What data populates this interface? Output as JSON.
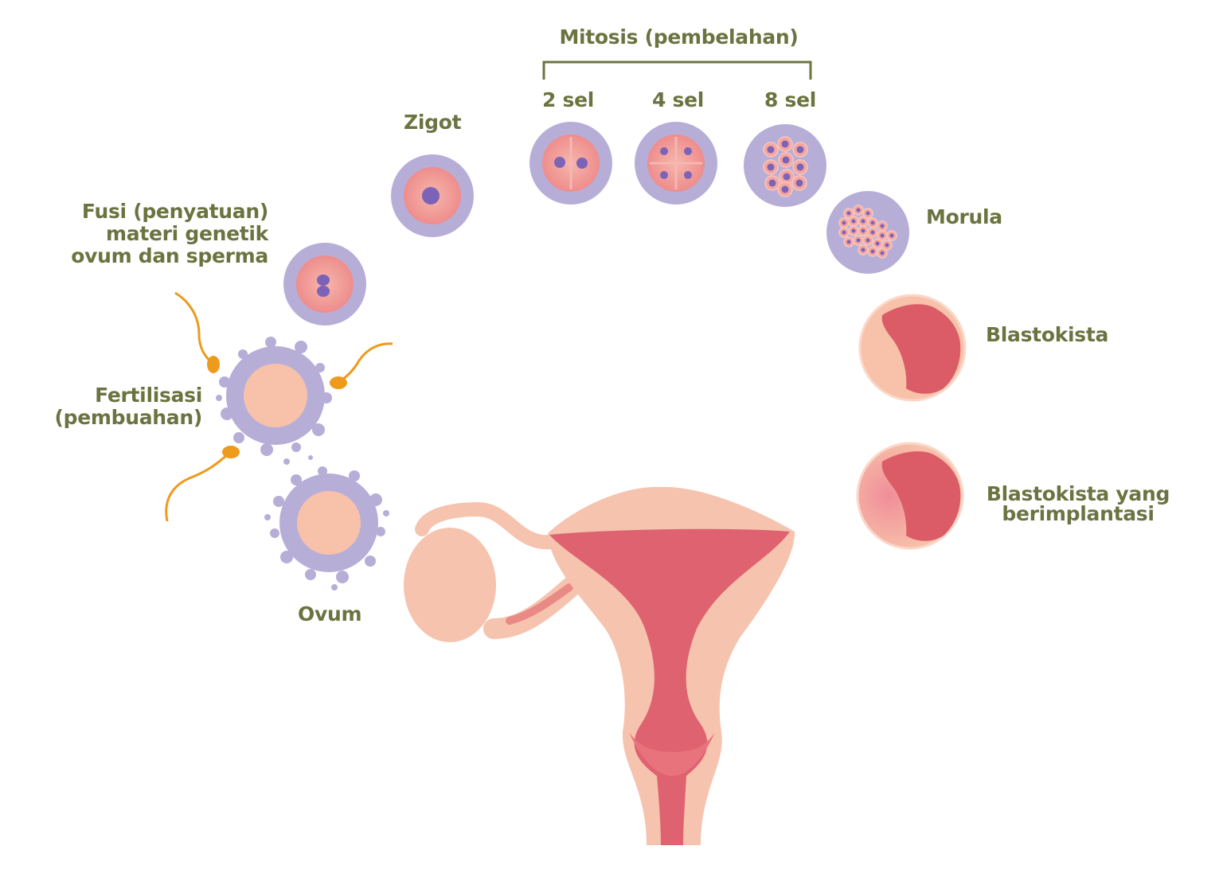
{
  "colors": {
    "label": "#6b7440",
    "zona": "#b7aed8",
    "cell": "#f4a7a0",
    "cell_core": "#e8807e",
    "nucleus": "#7b63b8",
    "blast_tissue": "#f7c1aa",
    "blast_inner": "#db5c66",
    "uterus_outer": "#f6c3ae",
    "uterus_inner": "#df6270",
    "sperm": "#ee9a1d",
    "bracket": "#6b7440"
  },
  "labels": {
    "mitosis": "Mitosis (pembelahan)",
    "cell2": "2 sel",
    "cell4": "4 sel",
    "cell8": "8 sel",
    "zigot": "Zigot",
    "fusi": [
      "Fusi (penyatuan)",
      "materi genetik",
      "ovum dan sperma"
    ],
    "fertilisasi": [
      "Fertilisasi",
      "(pembuahan)"
    ],
    "ovum": "Ovum",
    "morula": "Morula",
    "blastokista": "Blastokista",
    "blastokista_implant": [
      "Blastokista yang",
      "berimplantasi"
    ]
  },
  "icons": {
    "ovum": "ovum-icon",
    "fertilization": "fertilized-egg-icon",
    "fusion": "fusion-cell-icon",
    "zygote": "zygote-icon",
    "two_cell": "two-cell-icon",
    "four_cell": "four-cell-icon",
    "eight_cell": "eight-cell-icon",
    "morula": "morula-icon",
    "blastocyst": "blastocyst-icon",
    "implanted_blastocyst": "implanted-blastocyst-icon",
    "uterus": "uterus-icon",
    "sperm": "sperm-icon"
  }
}
